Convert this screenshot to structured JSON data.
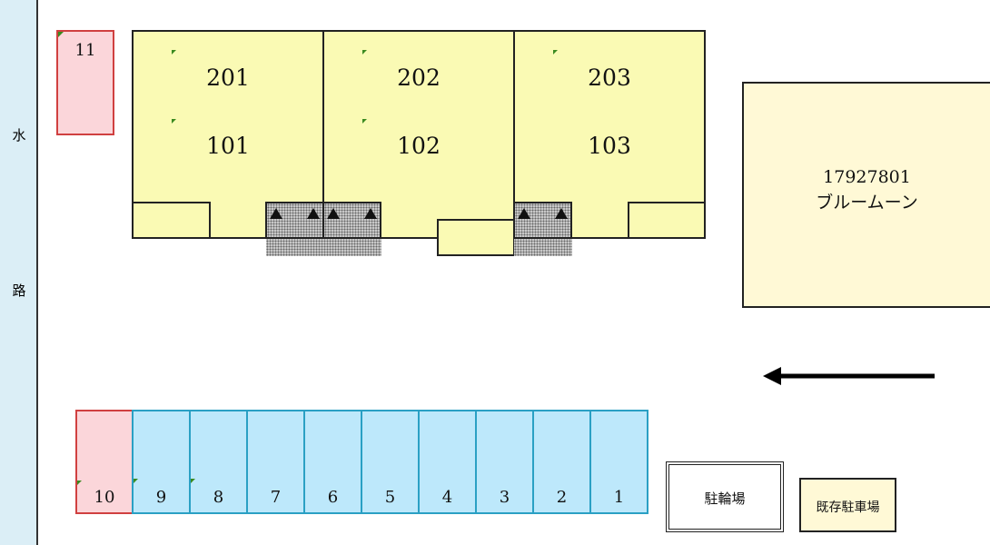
{
  "waterway": {
    "char_top": "水",
    "char_bottom": "路"
  },
  "units": {
    "u201": "201",
    "u202": "202",
    "u203": "203",
    "u101": "101",
    "u102": "102",
    "u103": "103"
  },
  "neighbor": {
    "id": "17927801",
    "name": "ブルームーン"
  },
  "parking": {
    "spaces": [
      "10",
      "9",
      "8",
      "7",
      "6",
      "5",
      "4",
      "3",
      "2",
      "1"
    ],
    "space_11": "11"
  },
  "facilities": {
    "bicycle_parking": "駐輪場",
    "existing_parking": "既存駐車場"
  },
  "colors": {
    "building_fill": "#fafab4",
    "parking_fill": "#bde8fb",
    "parking_border": "#2aa0c4",
    "reserved_fill": "#fbd6da",
    "reserved_border": "#d04040",
    "waterway_fill": "#dbeef6",
    "neighbor_fill": "#fff9d6"
  },
  "icons": [
    "stair-up-triangle-icon",
    "direction-arrow-left-icon",
    "corner-marker-icon"
  ]
}
